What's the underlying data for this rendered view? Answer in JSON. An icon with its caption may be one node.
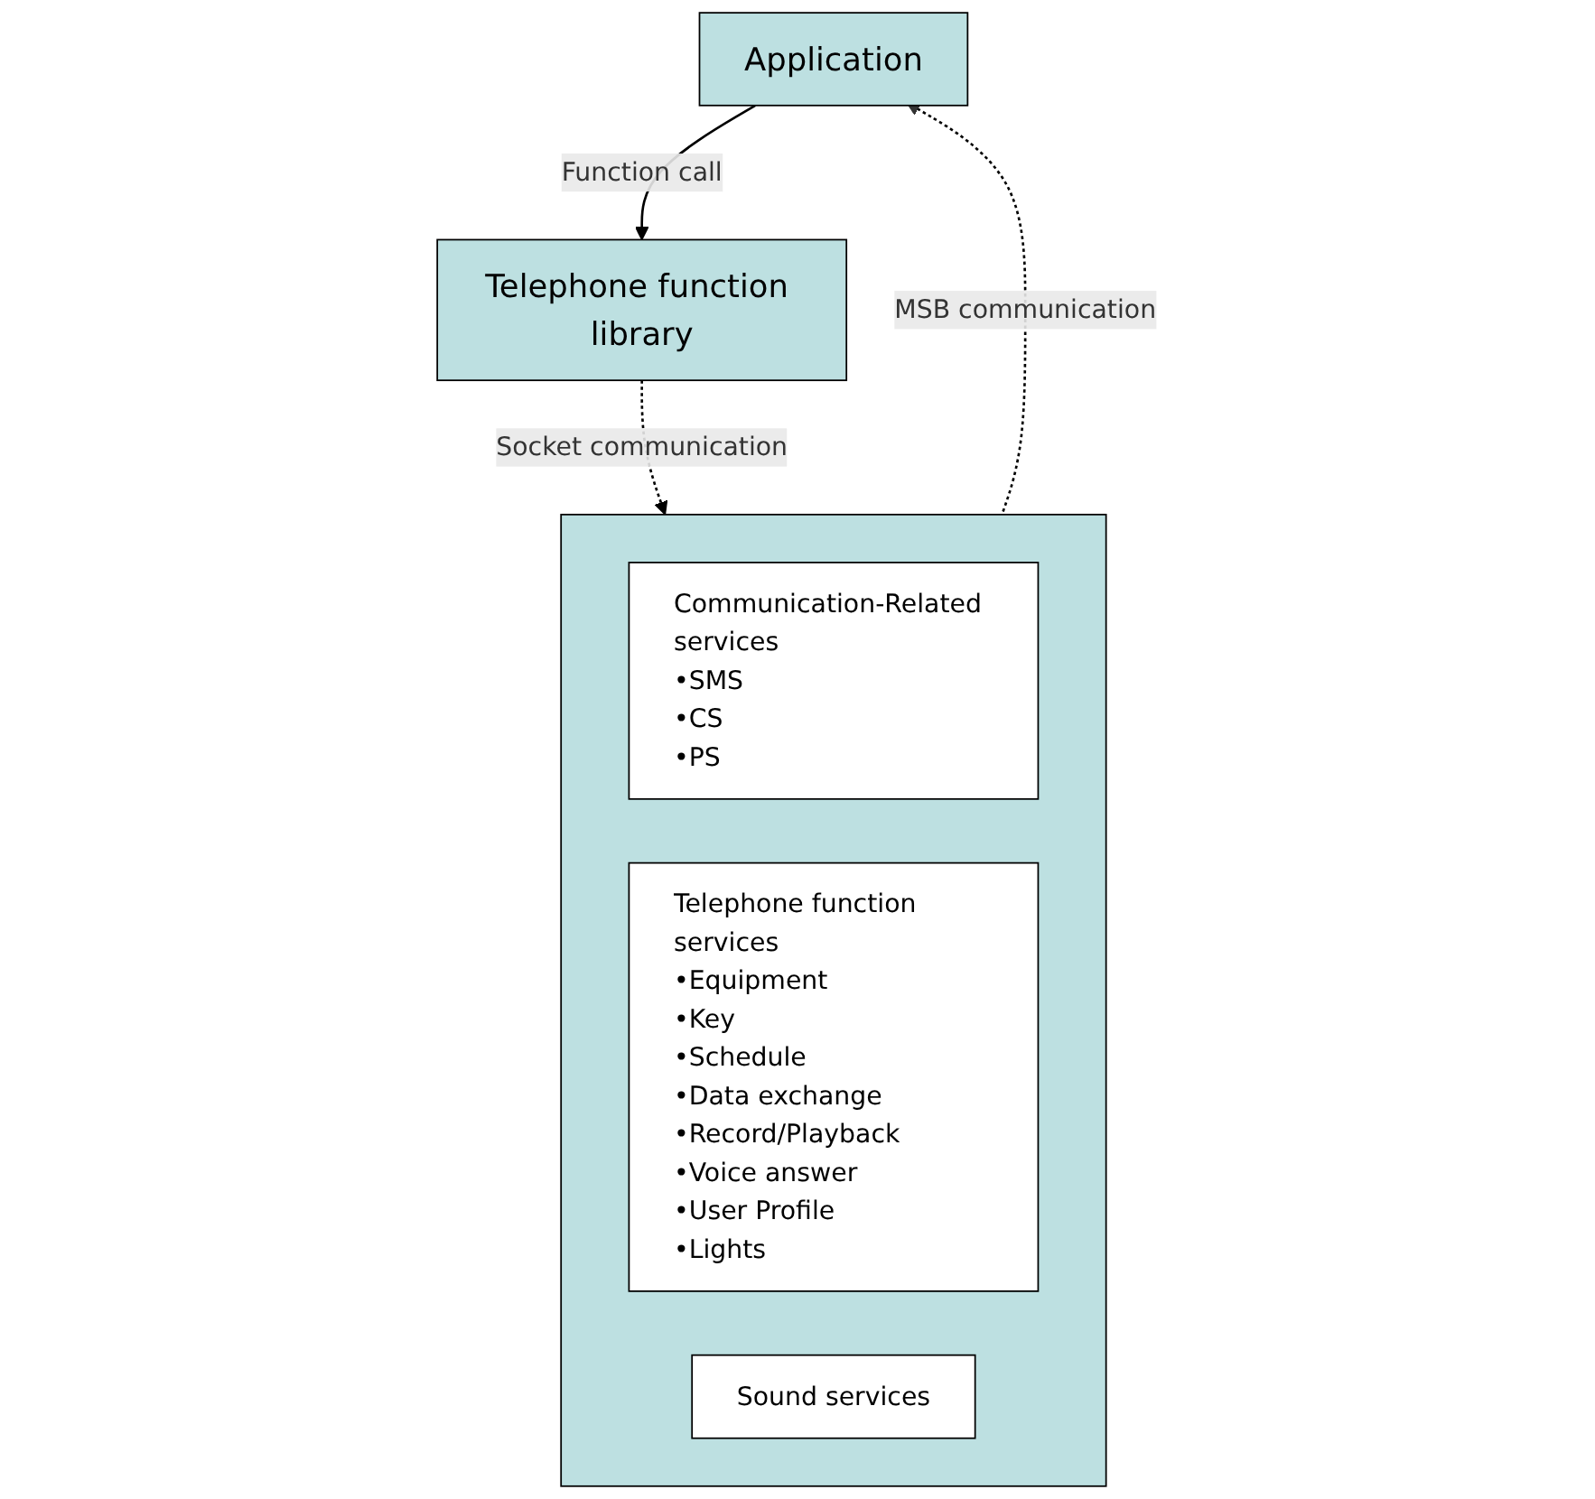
{
  "diagram": {
    "nodes": [
      {
        "text": [
          "Application"
        ]
      },
      {
        "text": [
          "Telephone function library"
        ]
      },
      {
        "text": [],
        "shape": "box"
      },
      {
        "text": [
          "Communication-Related services",
          "•SMS",
          "•CS",
          "•PS"
        ],
        "in": 2
      },
      {
        "text": [
          "Telephone function services",
          "•Equipment",
          "•Key",
          "•Schedule",
          "•Data exchange",
          "•Record/Playback",
          "•Voice answer",
          "•User Profile",
          "•Lights"
        ],
        "in": 2
      },
      {
        "text": [
          "Sound services"
        ],
        "in": 2
      }
    ],
    "edges": [
      {
        "from": 0,
        "to": 1,
        "arrow": "to",
        "label": "Function call"
      },
      {
        "from": 1,
        "to": 2,
        "arrow": "to",
        "label": "Socket communication",
        "style": "dashed"
      },
      {
        "from": 2,
        "to": 0,
        "arrow": "to",
        "label": "MSB communication",
        "style": "dashed"
      }
    ]
  }
}
